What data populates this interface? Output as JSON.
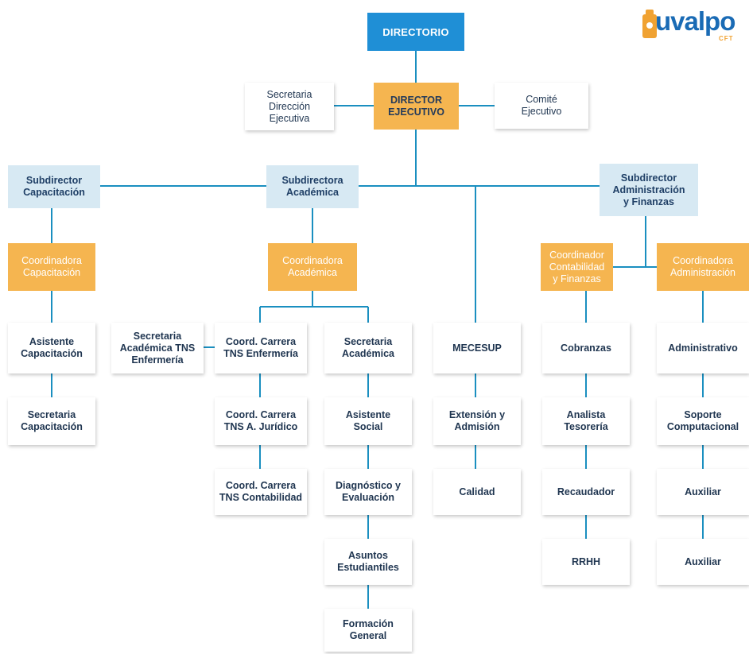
{
  "logo": {
    "text": "uvalpo",
    "sub": "CFT"
  },
  "org": {
    "directorio": "DIRECTORIO",
    "director_ejecutivo": "DIRECTOR\nEJECUTIVO",
    "secretaria_direccion": "Secretaria\nDirección\nEjecutiva",
    "comite_ejecutivo": "Comité\nEjecutivo",
    "subdirector_capacitacion": "Subdirector\nCapacitación",
    "subdirectora_academica": "Subdirectora\nAcadémica",
    "subdirector_administracion": "Subdirector\nAdministración\ny Finanzas",
    "coord_capacitacion": "Coordinadora\nCapacitación",
    "coord_academica": "Coordinadora\nAcadémica",
    "coord_contabilidad": "Coordinador\nContabilidad\ny Finanzas",
    "coord_administracion": "Coordinadora\nAdministración",
    "asistente_capacitacion": "Asistente\nCapacitación",
    "secretaria_capacitacion": "Secretaria\nCapacitación",
    "secretaria_tns_enfermeria": "Secretaria\nAcadémica TNS\nEnfermería",
    "coord_tns_enfermeria": "Coord. Carrera\nTNS Enfermería",
    "coord_tns_juridico": "Coord. Carrera\nTNS A. Jurídico",
    "coord_tns_contabilidad": "Coord. Carrera\nTNS Contabilidad",
    "secretaria_academica": "Secretaria\nAcadémica",
    "asistente_social": "Asistente\nSocial",
    "diagnostico": "Diagnóstico y\nEvaluación",
    "asuntos_estudiantiles": "Asuntos\nEstudiantiles",
    "formacion_general": "Formación\nGeneral",
    "mecesup": "MECESUP",
    "extension": "Extensión y\nAdmisión",
    "calidad": "Calidad",
    "cobranzas": "Cobranzas",
    "analista_tesoreria": "Analista\nTesorería",
    "recaudador": "Recaudador",
    "rrhh": "RRHH",
    "administrativo": "Administrativo",
    "soporte": "Soporte\nComputacional",
    "auxiliar_1": "Auxiliar",
    "auxiliar_2": "Auxiliar"
  },
  "colors": {
    "top": "#1f8fd6",
    "director": "#f5b550",
    "subdirector": "#d7e9f3",
    "connector": "#1a8fc0"
  }
}
